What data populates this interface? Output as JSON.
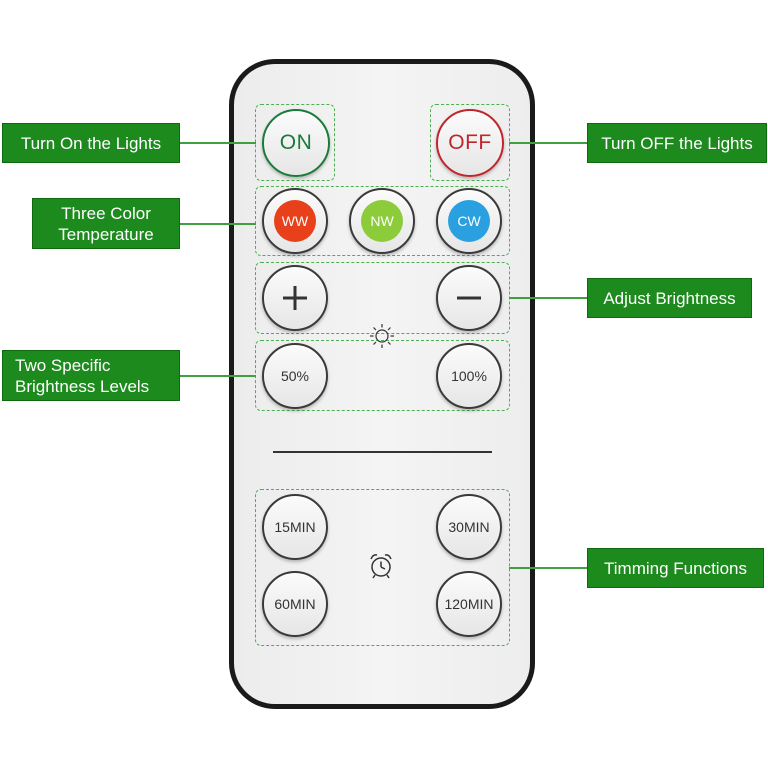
{
  "remote": {
    "on_label": "ON",
    "off_label": "OFF",
    "ww_label": "WW",
    "nw_label": "NW",
    "cw_label": "CW",
    "plus_label": "+",
    "minus_label": "−",
    "p50_label": "50%",
    "p100_label": "100%",
    "t15_label": "15MIN",
    "t30_label": "30MIN",
    "t60_label": "60MIN",
    "t120_label": "120MIN"
  },
  "callouts": {
    "turn_on": "Turn On the Lights",
    "turn_off": "Turn OFF the Lights",
    "color_temp_line1": "Three Color",
    "color_temp_line2": "Temperature",
    "adjust_brightness": "Adjust Brightness",
    "brightness_levels_line1": "Two Specific",
    "brightness_levels_line2": "Brightness Levels",
    "timing": "Timming Functions"
  },
  "icons": [
    "sun-icon",
    "alarm-clock-icon"
  ],
  "colors": {
    "on": "#1a7a3a",
    "off": "#c0252b",
    "ww": "#e8401a",
    "nw": "#8ccc3a",
    "cw": "#2aa0e0",
    "label_bg": "#1c8a1c",
    "dashed_border": "#4caf50"
  }
}
